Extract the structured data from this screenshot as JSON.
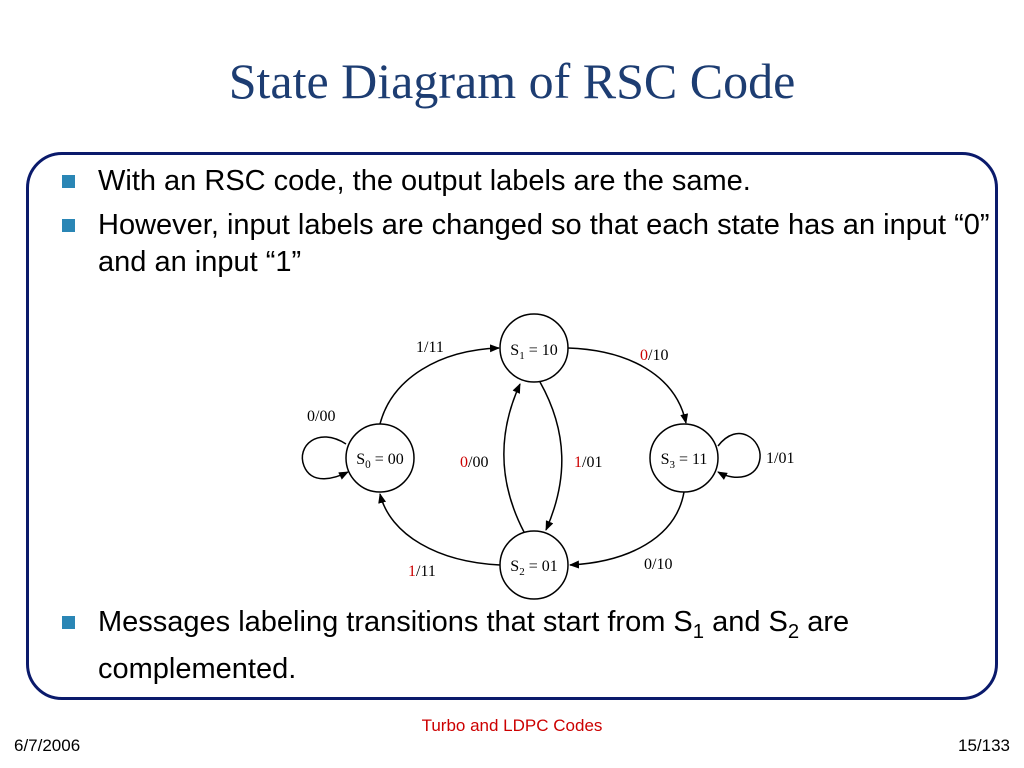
{
  "slide": {
    "title": "State Diagram of RSC Code",
    "bullets": [
      "With an RSC code, the output labels are the same.",
      "However, input labels are changed so that each state has an input “0” and an input “1”"
    ],
    "bullet3": {
      "part1": "Messages labeling transitions that start from S",
      "sub1": "1",
      "part2": " and S",
      "sub2": "2",
      "part3": " are complemented."
    }
  },
  "diagram": {
    "states": {
      "s0": {
        "name": "S",
        "sub": "0",
        "value": " = 00"
      },
      "s1": {
        "name": "S",
        "sub": "1",
        "value": " = 10"
      },
      "s2": {
        "name": "S",
        "sub": "2",
        "value": " = 01"
      },
      "s3": {
        "name": "S",
        "sub": "3",
        "value": " = 11"
      }
    },
    "labels": {
      "s0_self": "0/00",
      "s0_to_s1": "1/11",
      "s1_to_s3_in": "0",
      "s1_to_s3_out": "/10",
      "s1_to_s2_in": "1",
      "s1_to_s2_out": "/01",
      "s2_to_s1_in": "0",
      "s2_to_s1_out": "/00",
      "s2_to_s0_in": "1",
      "s2_to_s0_out": "/11",
      "s3_to_s2": "0/10",
      "s3_self": "1/01"
    },
    "colors": {
      "highlight": "#cc0000",
      "line": "#000000"
    }
  },
  "footer": {
    "center": "Turbo and LDPC Codes",
    "date": "6/7/2006",
    "page": "15/133"
  }
}
